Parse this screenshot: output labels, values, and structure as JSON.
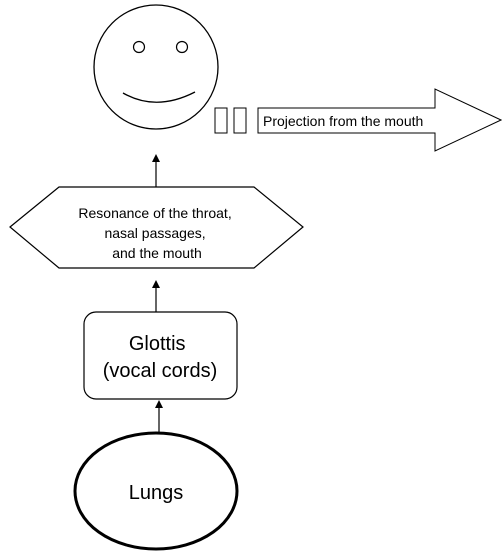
{
  "colors": {
    "stroke": "#000000",
    "fill": "#ffffff",
    "text": "#000000"
  },
  "nodes": {
    "face": {
      "kind": "smiley-face",
      "label": ""
    },
    "resonance": {
      "lines": [
        "Resonance of the throat,",
        "nasal passages,",
        "and the mouth"
      ]
    },
    "glottis": {
      "lines": [
        "Glottis",
        "(vocal cords)"
      ]
    },
    "lungs": {
      "label": "Lungs"
    },
    "projection": {
      "label": "Projection from the mouth"
    }
  }
}
